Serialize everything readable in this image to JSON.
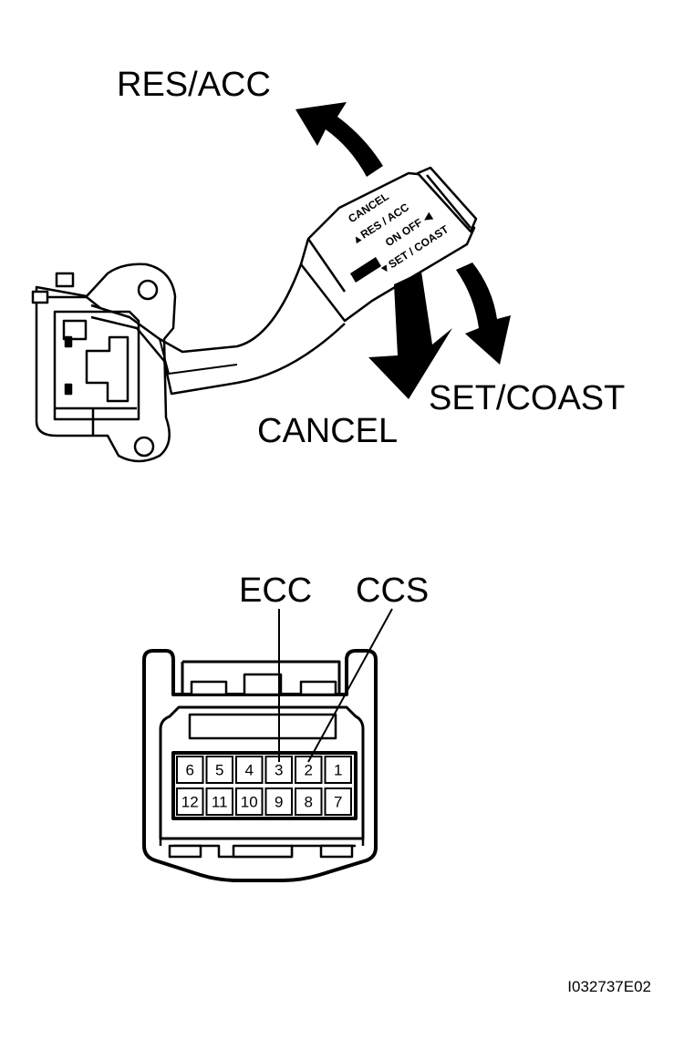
{
  "switch_diagram": {
    "label_res_acc": "RES/ACC",
    "label_set_coast": "SET/COAST",
    "label_cancel": "CANCEL",
    "lever_markings": {
      "cancel": "CANCEL",
      "res_acc": "▲RES / ACC",
      "on_off": "ON OFF ◀",
      "set_coast": "▼SET / COAST"
    }
  },
  "connector": {
    "label_ecc": "ECC",
    "label_ccs": "CCS",
    "pins_top_row": [
      "6",
      "5",
      "4",
      "3",
      "2",
      "1"
    ],
    "pins_bottom_row": [
      "12",
      "11",
      "10",
      "9",
      "8",
      "7"
    ]
  },
  "figure_code": "I032737E02"
}
